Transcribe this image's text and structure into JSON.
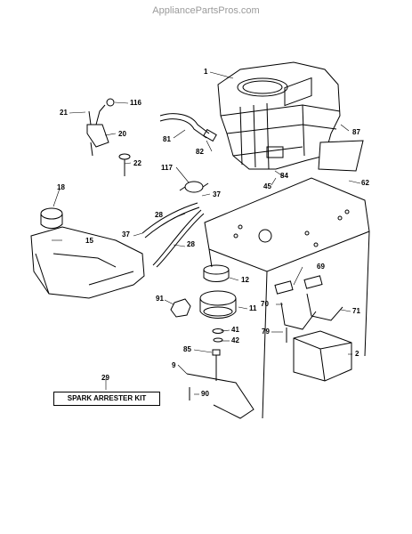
{
  "watermark": "AppliancePartsPros.com",
  "callouts": [
    "1",
    "116",
    "21",
    "20",
    "22",
    "81",
    "82",
    "117",
    "87",
    "84",
    "45",
    "62",
    "18",
    "15",
    "37",
    "28",
    "37",
    "28",
    "12",
    "69",
    "91",
    "11",
    "70",
    "71",
    "79",
    "41",
    "42",
    "85",
    "2",
    "9",
    "90",
    "29"
  ],
  "kit_label": "SPARK ARRESTER KIT",
  "colors": {
    "line": "#000000",
    "watermark": "#9a9a9a",
    "background": "#ffffff"
  }
}
